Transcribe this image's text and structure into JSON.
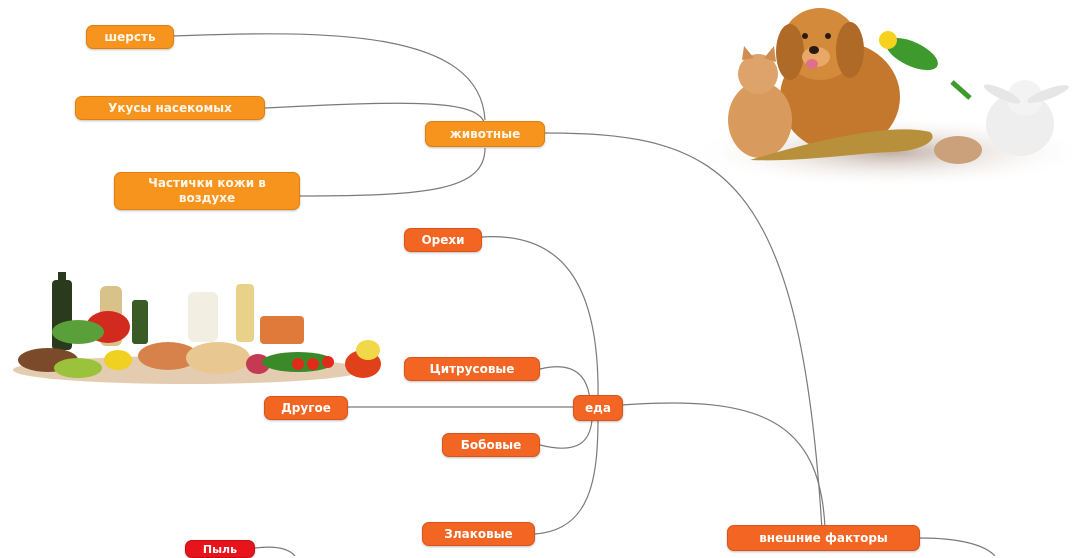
{
  "nodes": {
    "wool": "шерсть",
    "insect_bites": "Укусы насекомых",
    "skin_particles": "Частички кожи в воздухе",
    "animals": "животные",
    "nuts": "Орехи",
    "citrus": "Цитрусовые",
    "other": "Другое",
    "food": "еда",
    "legumes": "Бобовые",
    "cereals": "Злаковые",
    "external_factors": "внешние факторы",
    "dust": "Пыль"
  },
  "colors": {
    "light_node": "#f7941d",
    "dark_node": "#f26522",
    "red_node": "#e8141b",
    "connector": "#7a7a7a"
  },
  "icons": {
    "animals_picture": "pets-group-icon",
    "food_picture": "groceries-icon"
  }
}
